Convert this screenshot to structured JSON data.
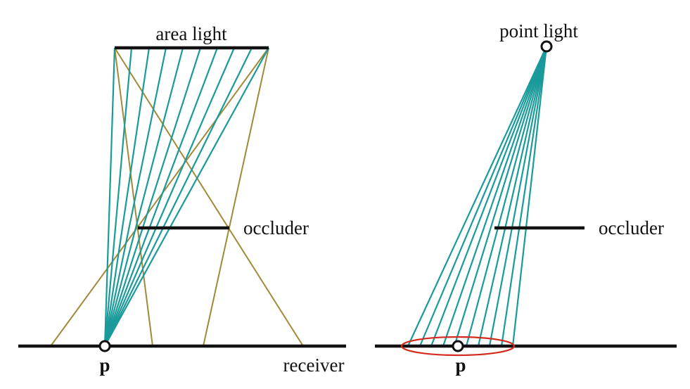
{
  "labels": {
    "area_light": "area light",
    "point_light": "point light",
    "occluder_left": "occluder",
    "occluder_right": "occluder",
    "p_left": "p",
    "p_right": "p",
    "receiver": "receiver"
  },
  "colors": {
    "ray": "#1a9a9a",
    "boundary_ray": "#a08a3a",
    "surface": "#111111",
    "footprint_ellipse": "#d42a1e"
  }
}
